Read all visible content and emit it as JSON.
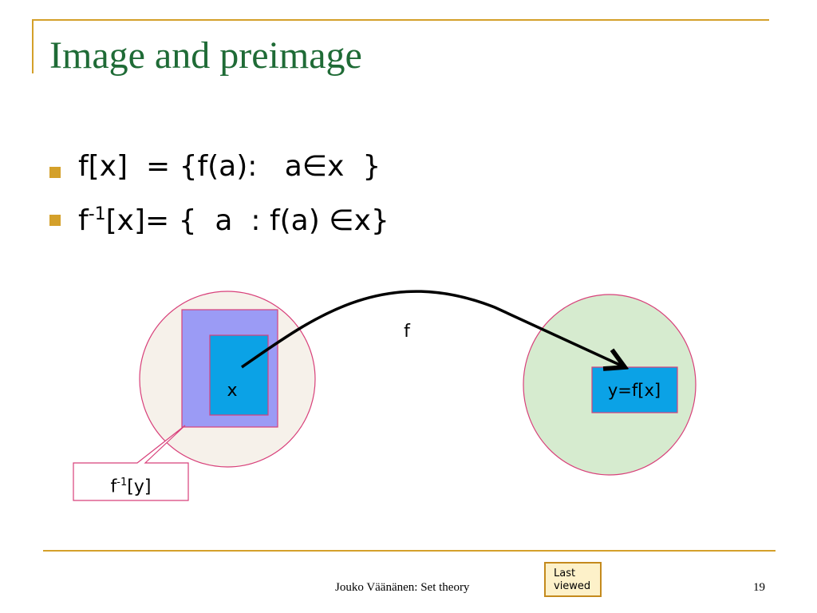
{
  "slide": {
    "title": "Image and preimage",
    "bullets": [
      {
        "pre": "f[x]  = {f(a):   a∈x  }",
        "sup": "",
        "post": ""
      },
      {
        "pre": "f",
        "sup": "-1",
        "post": "[x]= {  a  : f(a) ∈x}"
      }
    ]
  },
  "diagram": {
    "arrow_label": "f",
    "domain_set_label": "x",
    "image_set_label": "y=f[x]",
    "callout": {
      "pre": "f",
      "sup": "-1",
      "post": "[y]"
    }
  },
  "footer": {
    "text": "Jouko Väänänen: Set theory",
    "page_number": "19",
    "last_viewed": [
      "Last",
      "viewed"
    ]
  },
  "colors": {
    "accent": "#d4a02a",
    "title": "#1f6b36",
    "left_ellipse_fill": "#f6f1ea",
    "right_ellipse_fill": "#d6ebcf",
    "outline": "#d8407a",
    "preimage_box": "#9b9bf5",
    "set_box": "#0ba2e6"
  }
}
